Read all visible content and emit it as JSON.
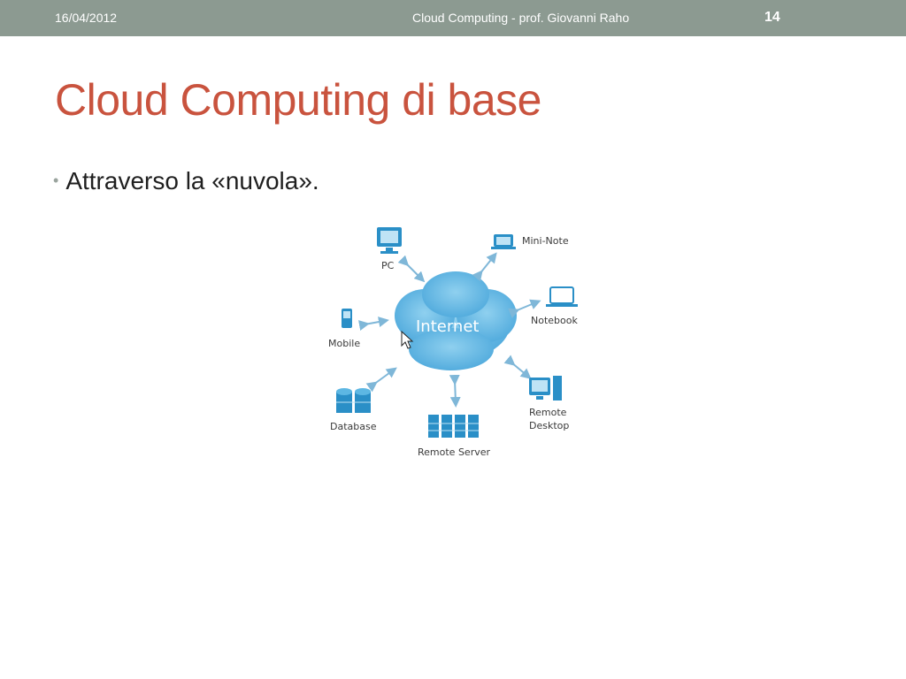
{
  "header": {
    "date": "16/04/2012",
    "footer": "Cloud Computing - prof. Giovanni Raho",
    "page_number": "14"
  },
  "slide": {
    "title": "Cloud Computing di base",
    "bullets": [
      "Attraverso la «nuvola»."
    ]
  },
  "diagram": {
    "center_label": "Internet",
    "nodes": {
      "pc": "PC",
      "mini_note": "Mini-Note",
      "notebook": "Notebook",
      "mobile": "Mobile",
      "database": "Database",
      "remote_server": "Remote Server",
      "remote_desktop_1": "Remote",
      "remote_desktop_2": "Desktop"
    },
    "colors": {
      "icon": "#2a8fc7",
      "cloud": "#6dbbe4",
      "arrow": "#7fb7d8"
    }
  }
}
